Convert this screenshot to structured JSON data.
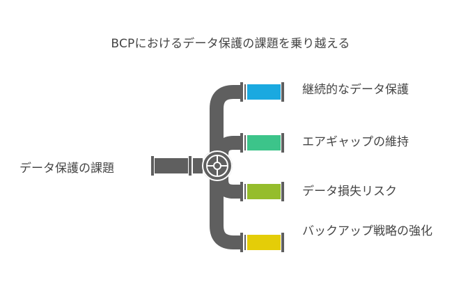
{
  "title": "BCPにおけるデータ保護の課題を乗り越える",
  "source": {
    "label": "データ保護の課題"
  },
  "branches": [
    {
      "label": "継続的なデータ保護",
      "color": "#1aa9e0"
    },
    {
      "label": "エアギャップの維持",
      "color": "#3cc48a"
    },
    {
      "label": "データ損失リスク",
      "color": "#95bd2c"
    },
    {
      "label": "バックアップ戦略の強化",
      "color": "#e4cd08"
    }
  ],
  "pipe_color": "#5f5f5f",
  "hub_icon": "valve-wheel-icon"
}
